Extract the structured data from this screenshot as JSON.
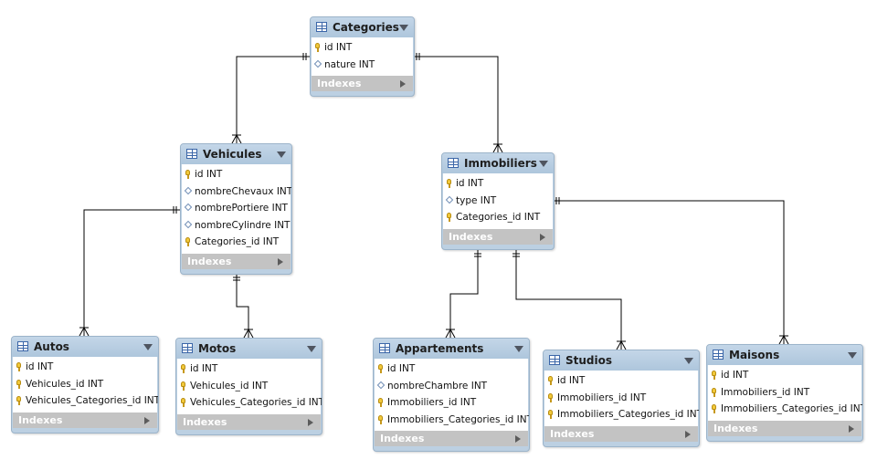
{
  "tables": [
    {
      "name": "Categories",
      "indexes_label": "Indexes",
      "columns": [
        {
          "name": "id INT",
          "icon": "key-icon"
        },
        {
          "name": "nature INT",
          "icon": "diamond-icon"
        }
      ]
    },
    {
      "name": "Vehicules",
      "indexes_label": "Indexes",
      "columns": [
        {
          "name": "id INT",
          "icon": "key-icon"
        },
        {
          "name": "nombreChevaux INT",
          "icon": "diamond-icon"
        },
        {
          "name": "nombrePortiere INT",
          "icon": "diamond-icon"
        },
        {
          "name": "nombreCylindre INT",
          "icon": "diamond-icon"
        },
        {
          "name": "Categories_id INT",
          "icon": "key-icon"
        }
      ]
    },
    {
      "name": "Immobiliers",
      "indexes_label": "Indexes",
      "columns": [
        {
          "name": "id INT",
          "icon": "key-icon"
        },
        {
          "name": "type INT",
          "icon": "diamond-icon"
        },
        {
          "name": "Categories_id INT",
          "icon": "key-icon"
        }
      ]
    },
    {
      "name": "Autos",
      "indexes_label": "Indexes",
      "columns": [
        {
          "name": "id INT",
          "icon": "key-icon"
        },
        {
          "name": "Vehicules_id INT",
          "icon": "key-icon"
        },
        {
          "name": "Vehicules_Categories_id INT",
          "icon": "key-icon"
        }
      ]
    },
    {
      "name": "Motos",
      "indexes_label": "Indexes",
      "columns": [
        {
          "name": "id INT",
          "icon": "key-icon"
        },
        {
          "name": "Vehicules_id INT",
          "icon": "key-icon"
        },
        {
          "name": "Vehicules_Categories_id INT",
          "icon": "key-icon"
        }
      ]
    },
    {
      "name": "Appartements",
      "indexes_label": "Indexes",
      "columns": [
        {
          "name": "id INT",
          "icon": "key-icon"
        },
        {
          "name": "nombreChambre INT",
          "icon": "diamond-icon"
        },
        {
          "name": "Immobiliers_id INT",
          "icon": "key-icon"
        },
        {
          "name": "Immobiliers_Categories_id INT",
          "icon": "key-icon"
        }
      ]
    },
    {
      "name": "Studios",
      "indexes_label": "Indexes",
      "columns": [
        {
          "name": "id INT",
          "icon": "key-icon"
        },
        {
          "name": "Immobiliers_id INT",
          "icon": "key-icon"
        },
        {
          "name": "Immobiliers_Categories_id INT",
          "icon": "key-icon"
        }
      ]
    },
    {
      "name": "Maisons",
      "indexes_label": "Indexes",
      "columns": [
        {
          "name": "id INT",
          "icon": "key-icon"
        },
        {
          "name": "Immobiliers_id INT",
          "icon": "key-icon"
        },
        {
          "name": "Immobiliers_Categories_id INT",
          "icon": "key-icon"
        }
      ]
    }
  ],
  "relationships": [
    {
      "from": "Categories",
      "to": "Vehicules",
      "cardinality": "one-to-many"
    },
    {
      "from": "Categories",
      "to": "Immobiliers",
      "cardinality": "one-to-many"
    },
    {
      "from": "Vehicules",
      "to": "Autos",
      "cardinality": "one-to-many"
    },
    {
      "from": "Vehicules",
      "to": "Motos",
      "cardinality": "one-to-many"
    },
    {
      "from": "Immobiliers",
      "to": "Appartements",
      "cardinality": "one-to-many"
    },
    {
      "from": "Immobiliers",
      "to": "Studios",
      "cardinality": "one-to-many"
    },
    {
      "from": "Immobiliers",
      "to": "Maisons",
      "cardinality": "one-to-many"
    }
  ],
  "colors": {
    "header": "#aec6dc",
    "border": "#9cb4ca",
    "indexes_bar": "#c3c3c3",
    "key": "#f2c93a",
    "line": "#000000"
  }
}
